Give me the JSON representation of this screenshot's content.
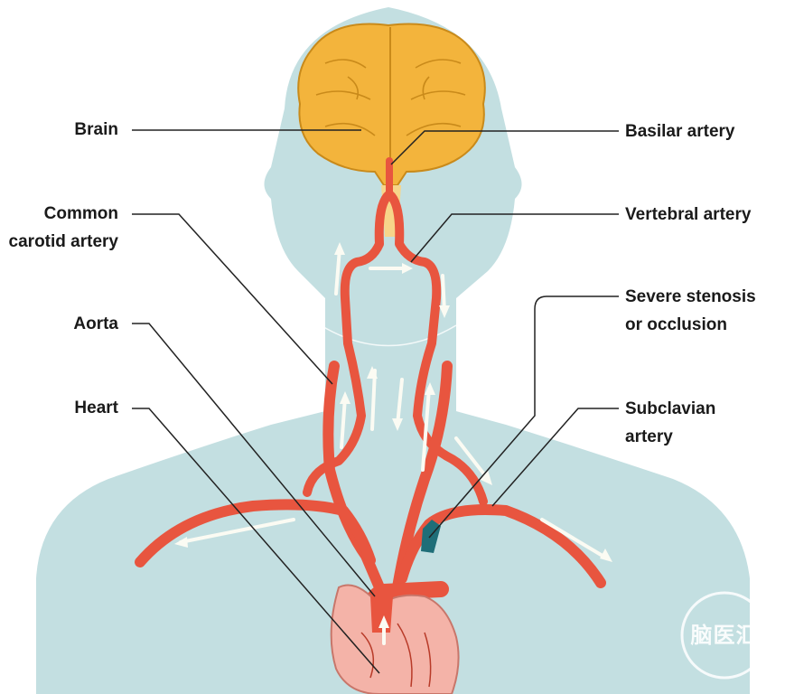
{
  "labels": {
    "brain": "Brain",
    "common_carotid": "Common\ncarotid artery",
    "aorta": "Aorta",
    "heart": "Heart",
    "basilar": "Basilar artery",
    "vertebral": "Vertebral artery",
    "stenosis": "Severe stenosis\nor occlusion",
    "subclavian": "Subclavian\nartery"
  },
  "watermark": "脑医汇",
  "colors": {
    "body": "#c3dfe1",
    "artery": "#e8553f",
    "artery_dark": "#b83a28",
    "brain": "#f3b43c",
    "brain_stroke": "#c98a1a",
    "heart": "#f4b3a8",
    "occlusion": "#1f6e78",
    "leader": "#222222",
    "flow_arrow": "#fbfbf3"
  }
}
